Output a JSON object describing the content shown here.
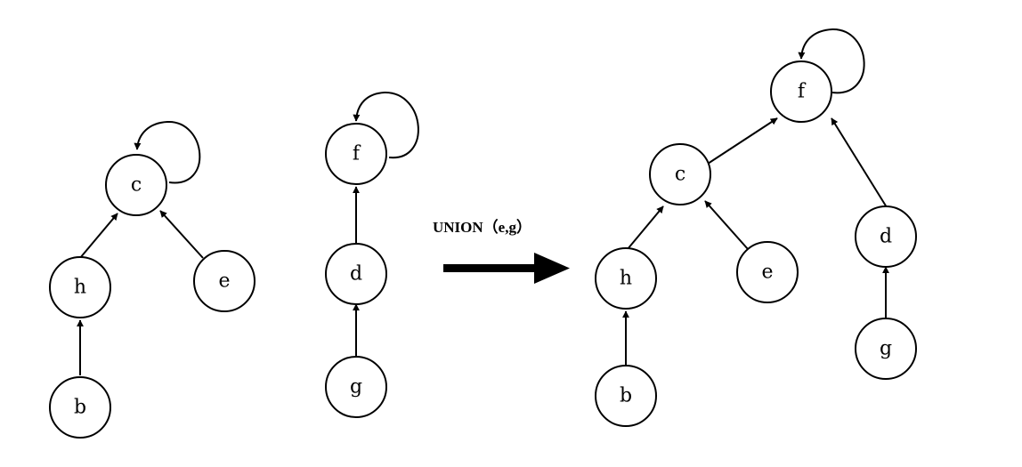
{
  "colors": {
    "stroke": "#000000",
    "background": "#ffffff"
  },
  "operation": {
    "label": "UNION（e,g）"
  },
  "trees": {
    "left_c": {
      "nodes": {
        "c": "c",
        "h": "h",
        "e": "e",
        "b": "b"
      }
    },
    "left_f": {
      "nodes": {
        "f": "f",
        "d": "d",
        "g": "g"
      }
    },
    "result": {
      "nodes": {
        "f": "f",
        "c": "c",
        "h": "h",
        "e": "e",
        "b": "b",
        "d": "d",
        "g": "g"
      }
    }
  }
}
